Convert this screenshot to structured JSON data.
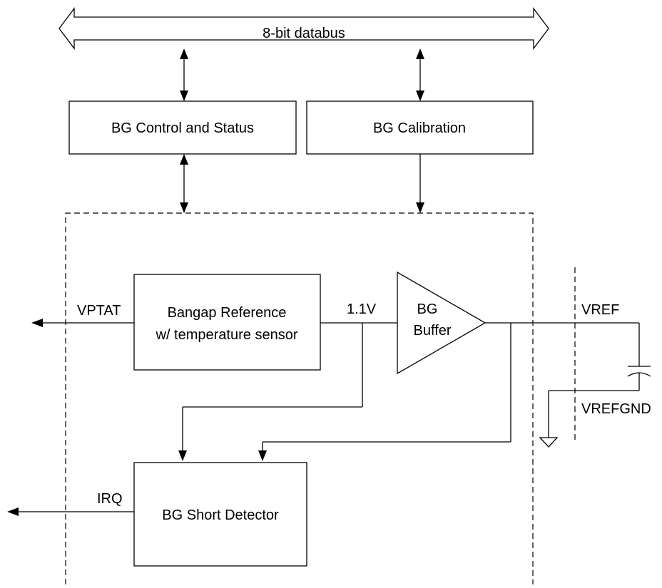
{
  "bus": {
    "label": "8-bit databus"
  },
  "blocks": {
    "control_status": "BG Control and Status",
    "calibration": "BG Calibration",
    "bandgap": {
      "line1": "Bangap Reference",
      "line2": "w/ temperature sensor"
    },
    "buffer": {
      "line1": "BG",
      "line2": "Buffer"
    },
    "short_detector": "BG Short Detector"
  },
  "signals": {
    "vptat": "VPTAT",
    "v11": "1.1V",
    "vref": "VREF",
    "vrefgnd": "VREFGND",
    "irq": "IRQ"
  }
}
